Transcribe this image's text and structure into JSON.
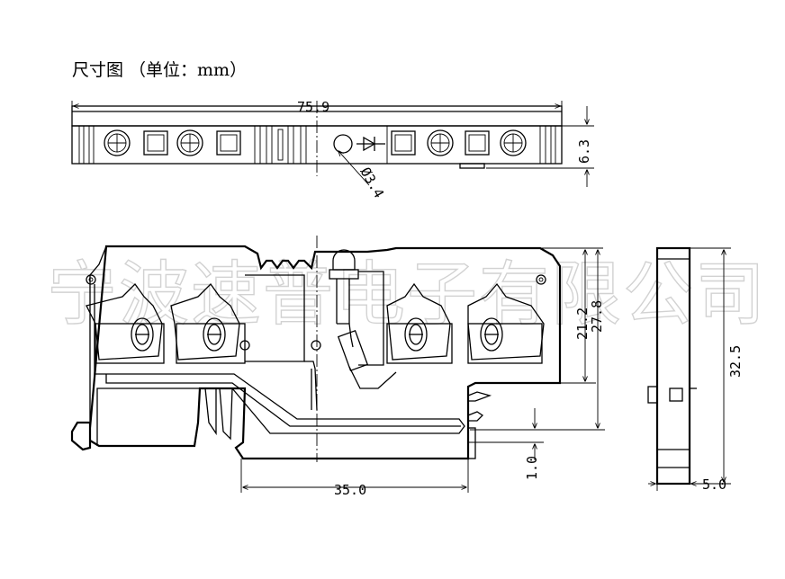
{
  "title": "尺寸图  （单位：mm）",
  "watermark": "宁波速普电子有限公司",
  "dimensions": {
    "overall_length": "75.9",
    "top_height": "6.3",
    "hole_diameter": "Ø3.4",
    "height_inner": "21.2",
    "height_outer": "27.8",
    "base_width": "35.0",
    "rail_offset": "1.0",
    "side_height": "32.5",
    "side_width": "5.0"
  },
  "colors": {
    "line": "#000000",
    "watermark": "#d2d2d2",
    "background": "#ffffff"
  }
}
